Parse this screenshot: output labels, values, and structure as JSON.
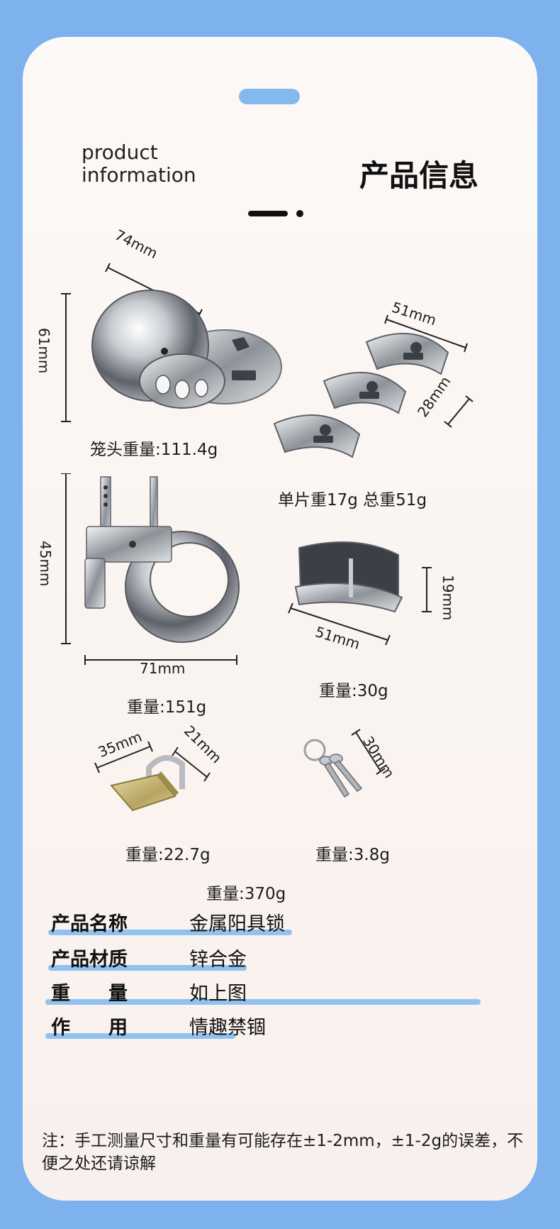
{
  "header": {
    "title_en": "product\ninformation",
    "title_cn": "产品信息"
  },
  "items": {
    "cage_head": {
      "width": "74mm",
      "height": "61mm",
      "weight": "笼头重量:111.4g"
    },
    "spacers": {
      "width": "51mm",
      "depth": "28mm",
      "weight": "单片重17g  总重51g"
    },
    "ring": {
      "height": "45mm",
      "width": "71mm",
      "weight": "重量:151g"
    },
    "base_plate": {
      "height": "19mm",
      "width": "51mm",
      "weight": "重量:30g"
    },
    "padlock": {
      "width": "35mm",
      "depth": "21mm",
      "weight": "重量:22.7g"
    },
    "keys": {
      "length": "30mm",
      "weight": "重量:3.8g"
    },
    "total": {
      "weight": "重量:370g"
    }
  },
  "specs": [
    {
      "key": "产品名称",
      "value": "金属阳具锁"
    },
    {
      "key": "产品材质",
      "value": "锌合金"
    },
    {
      "key": "重　　量",
      "value": "如上图"
    },
    {
      "key": "作　　用",
      "value": "情趣禁锢"
    }
  ],
  "note": "注：手工测量尺寸和重量有可能存在±1-2mm，±1-2g的误差，不便之处还请谅解",
  "colors": {
    "background": "#7db2ef",
    "card": "#fdf9f6",
    "accent": "#8fc1f1",
    "metal": "#c9ccd0",
    "brass": "#c8b46a"
  }
}
